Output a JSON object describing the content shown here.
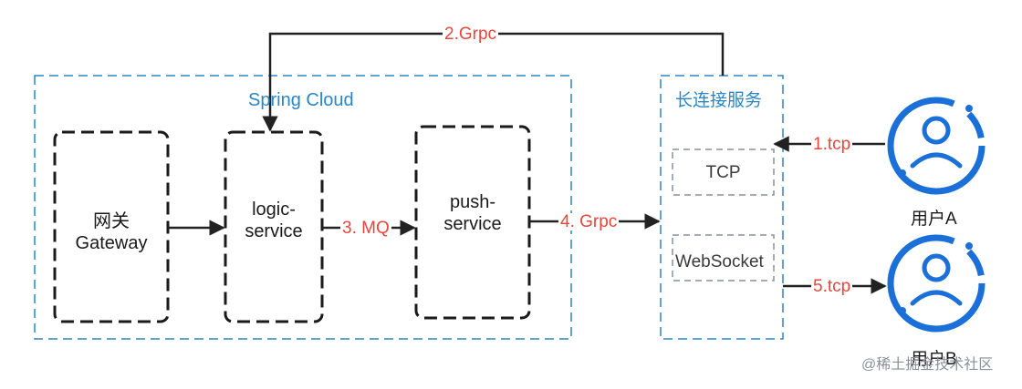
{
  "clusters": {
    "spring_cloud": {
      "title": "Spring Cloud"
    },
    "long_conn": {
      "title": "长连接服务"
    }
  },
  "nodes": {
    "gateway": {
      "line1": "网关",
      "line2": "Gateway"
    },
    "logic": {
      "line1": "logic-",
      "line2": "service"
    },
    "push": {
      "line1": "push-",
      "line2": "service"
    },
    "tcp": {
      "label": "TCP"
    },
    "websocket": {
      "label": "WebSocket"
    }
  },
  "users": {
    "a": {
      "label": "用户A"
    },
    "b": {
      "label": "用户B"
    }
  },
  "edges": {
    "e1": "1.tcp",
    "e2": "2.Grpc",
    "e3": "3. MQ",
    "e4": "4. Grpc",
    "e5": "5.tcp"
  },
  "watermark": "@稀土掘金技术社区",
  "colors": {
    "accent_blue": "#1a6fd8",
    "cluster_dash": "#2a86c4",
    "edge_label": "#e8453c",
    "node_border": "#1a1a1a",
    "sub_box_border": "#8a8f98"
  },
  "icons": [
    "user-circle-icon",
    "user-circle-icon"
  ]
}
